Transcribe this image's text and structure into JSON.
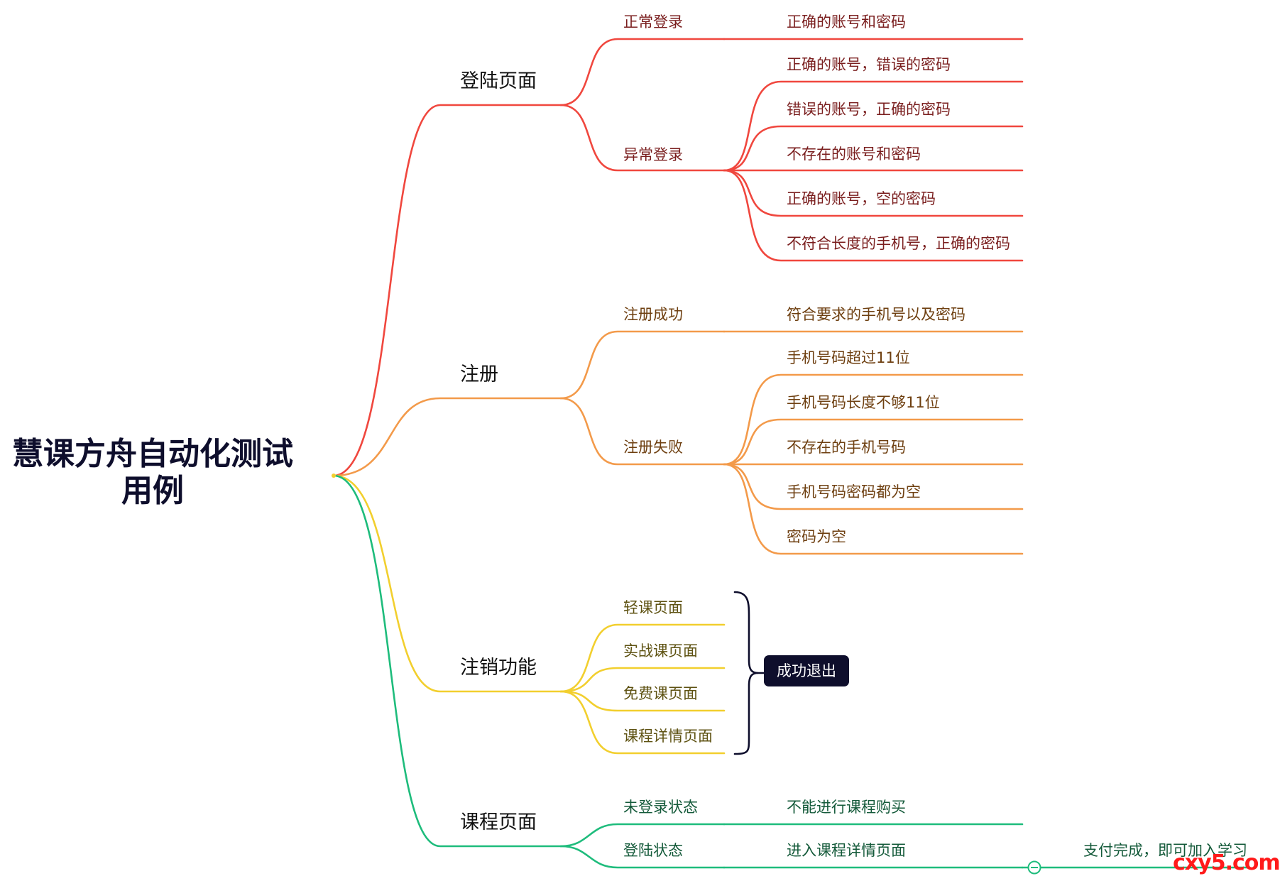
{
  "root": {
    "title": "慧课方舟自动化测试用例"
  },
  "colors": {
    "red": "#f0473e",
    "orange": "#f39a4a",
    "yellow": "#f2cf2e",
    "green": "#1ebc7c",
    "dark": "#0e0e2c"
  },
  "branches": [
    {
      "label": "登陆页面",
      "children": [
        {
          "label": "正常登录",
          "leaves": [
            "正确的账号和密码"
          ]
        },
        {
          "label": "异常登录",
          "leaves": [
            "正确的账号，错误的密码",
            "错误的账号，正确的密码",
            "不存在的账号和密码",
            "正确的账号，空的密码",
            "不符合长度的手机号，正确的密码"
          ]
        }
      ]
    },
    {
      "label": "注册",
      "children": [
        {
          "label": "注册成功",
          "leaves": [
            "符合要求的手机号以及密码"
          ]
        },
        {
          "label": "注册失败",
          "leaves": [
            "手机号码超过11位",
            "手机号码长度不够11位",
            "不存在的手机号码",
            "手机号码密码都为空",
            "密码为空"
          ]
        }
      ]
    },
    {
      "label": "注销功能",
      "children": [
        {
          "label": "轻课页面"
        },
        {
          "label": "实战课页面"
        },
        {
          "label": "免费课页面"
        },
        {
          "label": "课程详情页面"
        }
      ],
      "summary": "成功退出"
    },
    {
      "label": "课程页面",
      "children": [
        {
          "label": "未登录状态",
          "leaves": [
            "不能进行课程购买"
          ]
        },
        {
          "label": "登陆状态",
          "leaves": [
            "进入课程详情页面"
          ],
          "extra": "支付完成，即可加入学习"
        }
      ]
    }
  ],
  "watermark": "cxy5.com"
}
